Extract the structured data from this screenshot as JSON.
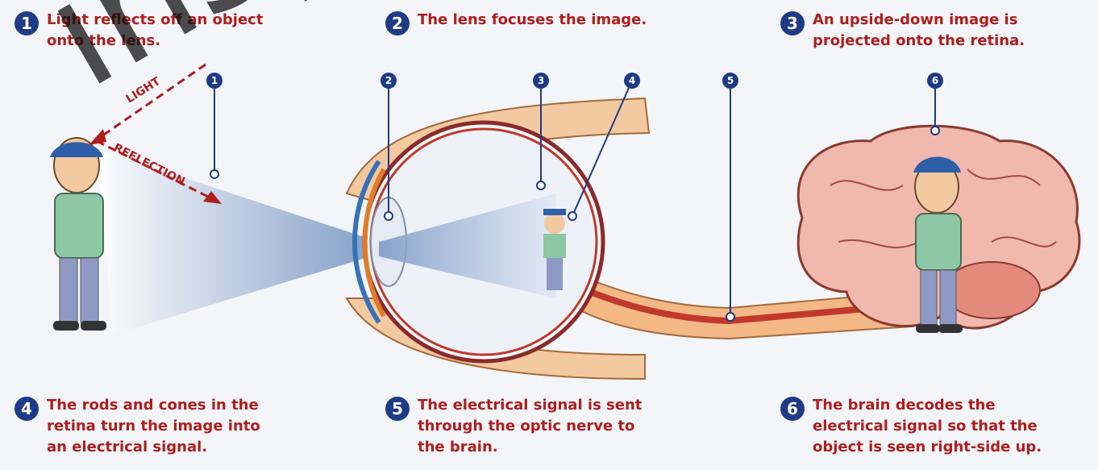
{
  "steps": [
    {
      "n": "1",
      "text": "Light reflects off an object\nonto the lens."
    },
    {
      "n": "2",
      "text": "The lens focuses the image."
    },
    {
      "n": "3",
      "text": "An upside-down image is\nprojected onto the retina."
    },
    {
      "n": "4",
      "text": "The rods and cones in the\nretina turn the image into\nan electrical signal."
    },
    {
      "n": "5",
      "text": "The electrical signal is sent\nthrough the optic nerve to\nthe brain."
    },
    {
      "n": "6",
      "text": "The brain decodes the\nelectrical signal so that the\nobject is seen right-side up."
    }
  ],
  "markers": [
    "1",
    "2",
    "3",
    "4",
    "5",
    "6"
  ],
  "arrows": {
    "light": "LIGHT",
    "reflection": "REFLECTION"
  },
  "watermark": "insp",
  "colors": {
    "step_text": "#b01d1d",
    "badge": "#1f3a86",
    "nerve": "#c0392b",
    "skin": "#f2c9a0",
    "brain": "#f1b8ad"
  }
}
